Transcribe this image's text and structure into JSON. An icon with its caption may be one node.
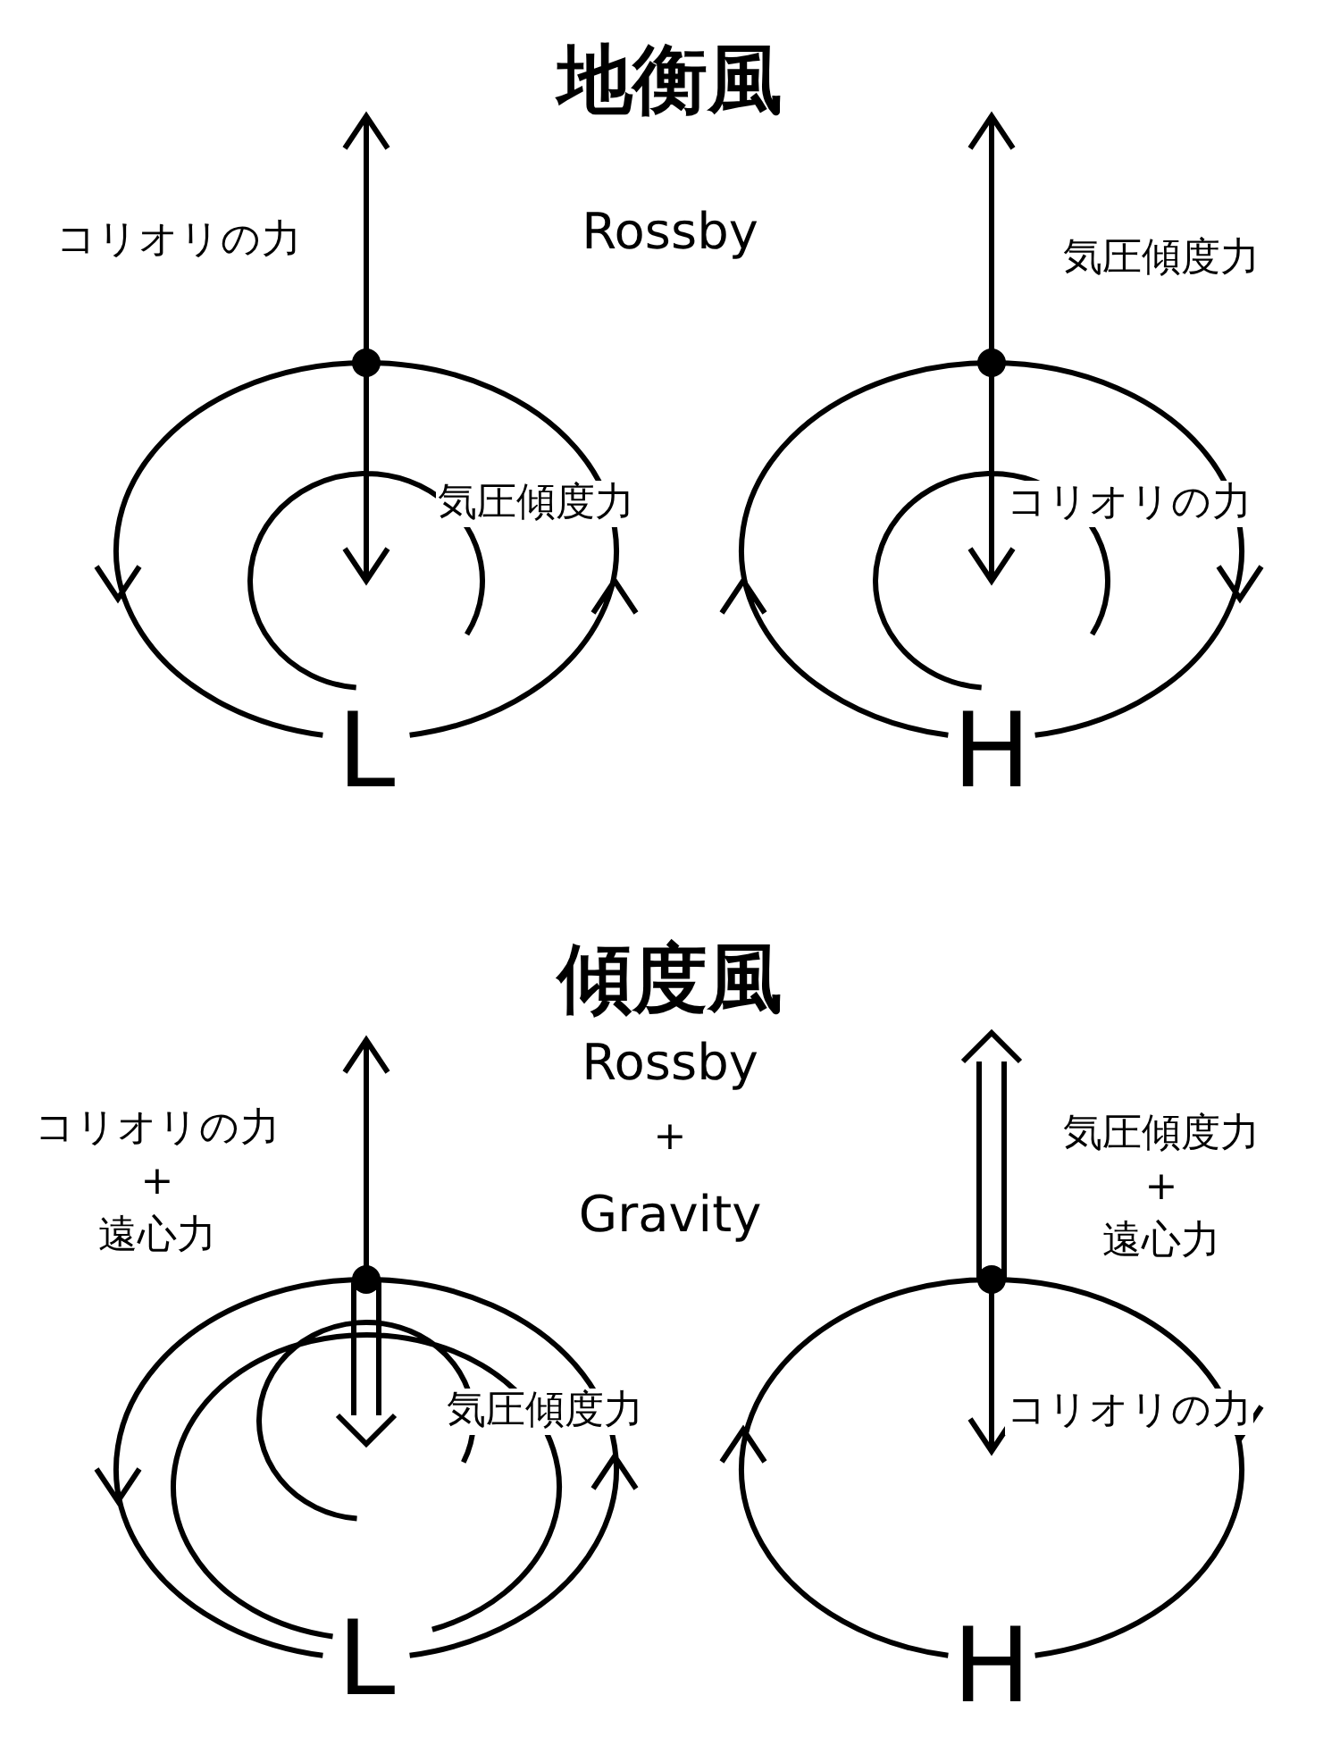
{
  "diagram": {
    "labels": [
      "地衡風",
      "コリオリの力",
      "Rossby",
      "気圧傾度力",
      "気圧傾度力",
      "コリオリの力",
      "L",
      "H",
      "傾度風",
      "Rossby",
      "+",
      "Gravity",
      "コリオリの力",
      "+",
      "遠心力",
      "気圧傾度力",
      "+",
      "遠心力",
      "気圧傾度力",
      "コリオリの力",
      "L",
      "H"
    ]
  }
}
